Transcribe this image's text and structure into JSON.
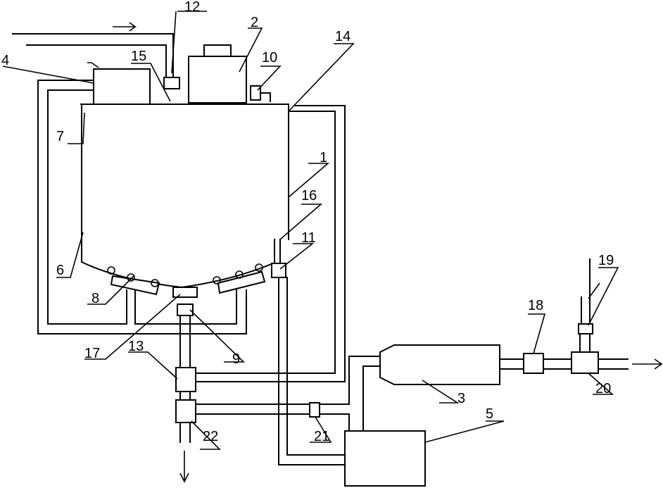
{
  "diagram": {
    "labels": {
      "l1": "1",
      "l2": "2",
      "l3": "3",
      "l4": "4",
      "l5": "5",
      "l6": "6",
      "l7": "7",
      "l8": "8",
      "l9": "9",
      "l10": "10",
      "l11": "11",
      "l12": "12",
      "l13": "13",
      "l14": "14",
      "l15": "15",
      "l16": "16",
      "l17": "17",
      "l18": "18",
      "l19": "19",
      "l20": "20",
      "l21": "21",
      "l22": "22"
    },
    "colors": {
      "line": "#000000",
      "background": "#ffffff"
    }
  }
}
